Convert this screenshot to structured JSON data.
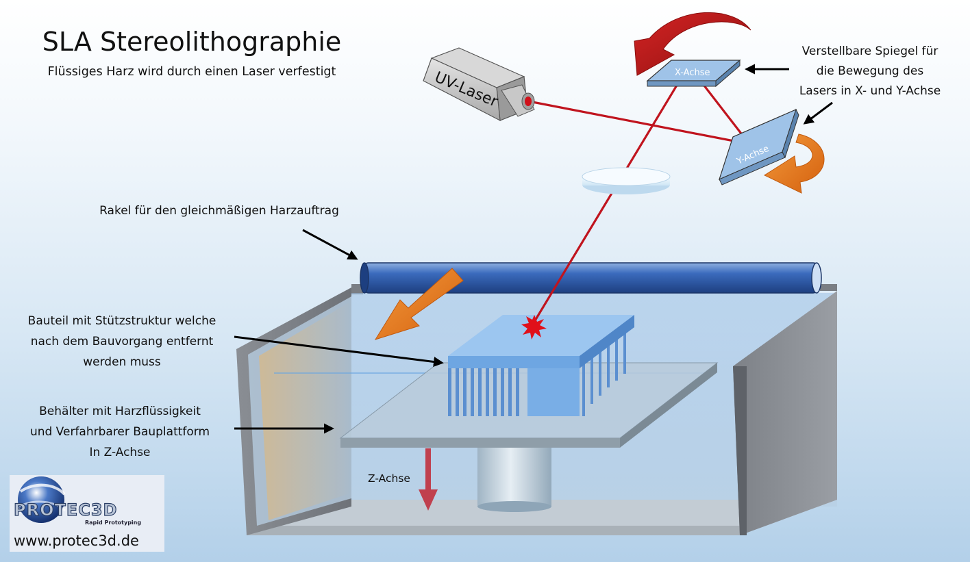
{
  "title": "SLA Stereolithographie",
  "subtitle": "Flüssiges Harz wird durch einen Laser verfestigt",
  "laser_label": "UV-Laser",
  "mirror_x_label": "X-Achse",
  "mirror_y_label": "Y-Achse",
  "annotations": {
    "mirrors": [
      "Verstellbare Spiegel für",
      "die Bewegung des",
      "Lasers in X- und Y-Achse"
    ],
    "rakel": [
      "Rakel für den gleichmäßigen Harzauftrag"
    ],
    "bauteil": [
      "Bauteil mit Stützstruktur welche",
      "nach dem Bauvorgang entfernt",
      "werden muss"
    ],
    "behaelter": [
      "Behälter mit Harzflüssigkeit",
      "und Verfahrbarer Bauplattform",
      "In Z-Achse"
    ]
  },
  "z_axis_label": "Z-Achse",
  "logo": {
    "brand": "PROTEC3D",
    "tagline": "Rapid Prototyping",
    "website": "www.protec3d.de"
  },
  "colors": {
    "laser_beam": "#c0141e",
    "rotation_red": "#b81818",
    "rotation_orange": "#e0701a",
    "roller_blue": "#2f5aa8",
    "part_blue": "#6ea6e2",
    "z_arrow": "#c0404e"
  }
}
